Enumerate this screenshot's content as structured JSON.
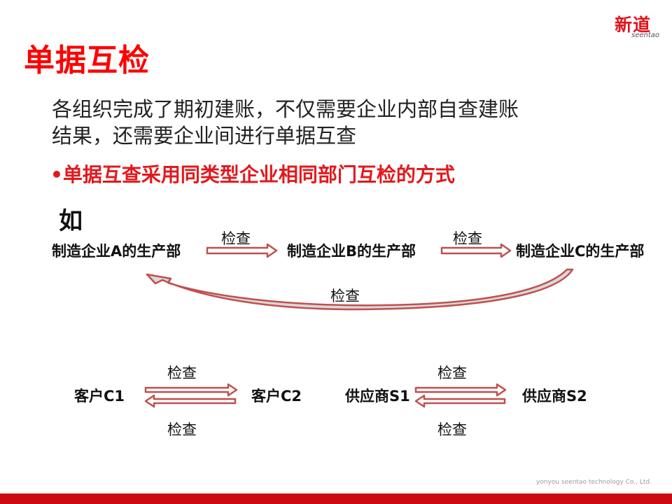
{
  "slide": {
    "title": "单据互检",
    "logo": {
      "chinese": "新道",
      "english": "seentao"
    },
    "intro_text": [
      "各组织完成了期初建账，不仅需要企业内部自查建账",
      "结果，还需要企业间进行单据互查"
    ],
    "bullet": "•单据互查采用同类型企业相同部门互检的方式",
    "example_label": "如",
    "footer": "yonyou seentao technology Co., Ltd.",
    "colors": {
      "title": "#ff0000",
      "bullet": "#e3181c",
      "arrow": "#c0504d",
      "bottom_bar": "#cc0a12"
    }
  },
  "diagram": {
    "chain": {
      "nodes": [
        "制造企业A的生产部",
        "制造企业B的生产部",
        "制造企业C的生产部"
      ],
      "edges": [
        {
          "from": "制造企业A的生产部",
          "to": "制造企业B的生产部",
          "label": "检查"
        },
        {
          "from": "制造企业B的生产部",
          "to": "制造企业C的生产部",
          "label": "检查"
        },
        {
          "from": "制造企业C的生产部",
          "to": "制造企业A的生产部",
          "label": "检查"
        }
      ]
    },
    "pairs": [
      {
        "left": "客户C1",
        "right": "客户C2",
        "top_label": "检查",
        "bottom_label": "检查"
      },
      {
        "left": "供应商S1",
        "right": "供应商S2",
        "top_label": "检查",
        "bottom_label": "检查"
      }
    ]
  }
}
